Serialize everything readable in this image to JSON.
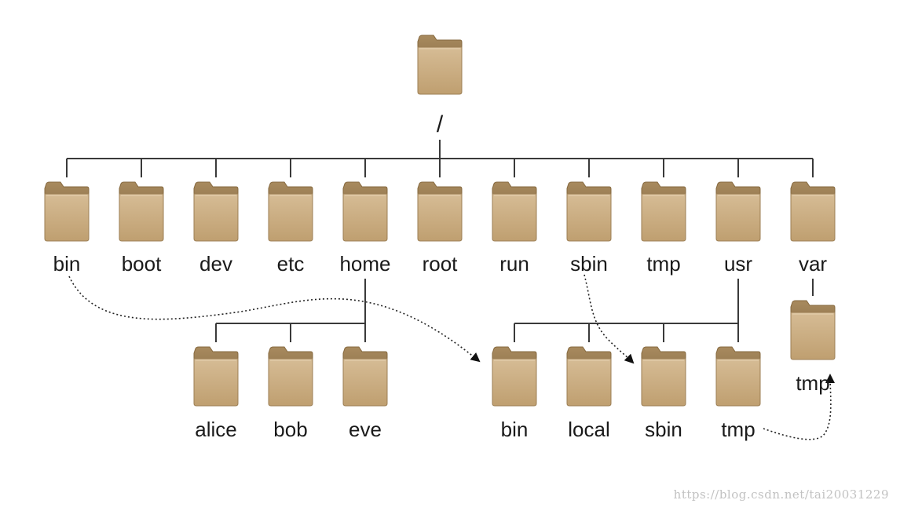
{
  "colors": {
    "folder_front": "#c8ab80",
    "folder_back": "#9a7e55",
    "folder_edge": "#86693f",
    "line": "#3a3a3a",
    "text": "#1a1a1a"
  },
  "root": {
    "id": "root",
    "label": "/",
    "icon": "folder-icon"
  },
  "level1": [
    {
      "id": "bin",
      "label": "bin",
      "icon": "folder-icon"
    },
    {
      "id": "boot",
      "label": "boot",
      "icon": "folder-icon"
    },
    {
      "id": "dev",
      "label": "dev",
      "icon": "folder-icon"
    },
    {
      "id": "etc",
      "label": "etc",
      "icon": "folder-icon"
    },
    {
      "id": "home",
      "label": "home",
      "icon": "folder-icon"
    },
    {
      "id": "root-dir",
      "label": "root",
      "icon": "folder-icon"
    },
    {
      "id": "run",
      "label": "run",
      "icon": "folder-icon"
    },
    {
      "id": "sbin",
      "label": "sbin",
      "icon": "folder-icon"
    },
    {
      "id": "tmp",
      "label": "tmp",
      "icon": "folder-icon"
    },
    {
      "id": "usr",
      "label": "usr",
      "icon": "folder-icon"
    },
    {
      "id": "var",
      "label": "var",
      "icon": "folder-icon"
    }
  ],
  "home_children": [
    {
      "id": "alice",
      "label": "alice",
      "icon": "folder-icon"
    },
    {
      "id": "bob",
      "label": "bob",
      "icon": "folder-icon"
    },
    {
      "id": "eve",
      "label": "eve",
      "icon": "folder-icon"
    }
  ],
  "usr_children": [
    {
      "id": "usr-bin",
      "label": "bin",
      "icon": "folder-icon"
    },
    {
      "id": "usr-local",
      "label": "local",
      "icon": "folder-icon"
    },
    {
      "id": "usr-sbin",
      "label": "sbin",
      "icon": "folder-icon"
    },
    {
      "id": "usr-tmp",
      "label": "tmp",
      "icon": "folder-icon"
    }
  ],
  "var_children": [
    {
      "id": "var-tmp",
      "label": "tmp",
      "icon": "folder-icon"
    }
  ],
  "links": [
    {
      "from": "bin",
      "to": "usr-bin",
      "style": "dotted-arrow"
    },
    {
      "from": "sbin",
      "to": "usr-sbin",
      "style": "dotted-arrow"
    },
    {
      "from": "usr-tmp",
      "to": "var-tmp",
      "style": "dotted-arrow"
    }
  ],
  "watermark": "https://blog.csdn.net/tai20031229"
}
